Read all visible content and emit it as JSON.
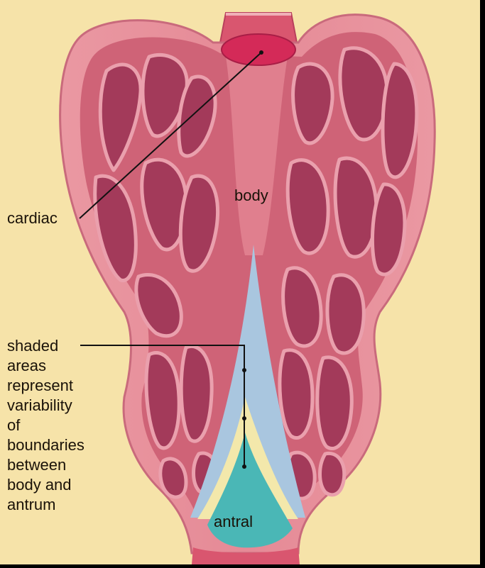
{
  "labels": {
    "cardiac": "cardiac",
    "body": "body",
    "antral": "antral",
    "shaded_lines": [
      "shaded",
      "areas",
      "represent",
      "variability",
      "of",
      "boundaries",
      "between",
      "body and",
      "antrum"
    ]
  },
  "colors": {
    "background": "#f6e3a9",
    "stomach_wall": "#e58a96",
    "mucosa": "#c8586e",
    "rugae_fold": "#a33a5a",
    "cardia_opening": "#d42a58",
    "body_boundary_shade": "#a9c6df",
    "variable_zone_shade": "#f3e8ab",
    "antrum_shade": "#4ab7b6",
    "leader_lines": "#111111"
  }
}
